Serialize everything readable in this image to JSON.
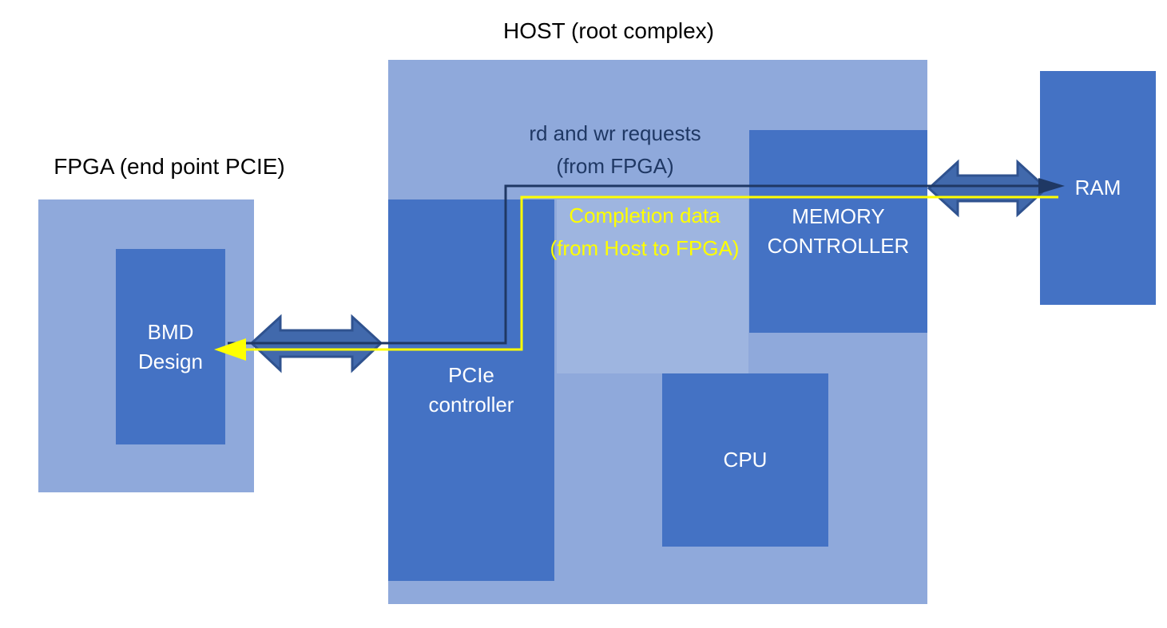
{
  "labels": {
    "host_title": "HOST (root complex)",
    "fpga_title": "FPGA (end point PCIE)",
    "bmd_line1": "BMD",
    "bmd_line2": "Design",
    "pcie_line1": "PCIe",
    "pcie_line2": "controller",
    "memory_line1": "MEMORY",
    "memory_line2": "CONTROLLER",
    "cpu": "CPU",
    "ram": "RAM",
    "request_line1": "rd and wr requests",
    "request_line2": "(from FPGA)",
    "completion_line1": "Completion data",
    "completion_line2": "(from Host to FPGA)"
  },
  "colors": {
    "box_light": "#8FA9DB",
    "box_dark": "#4472C4",
    "arrow_fill": "#4169AC",
    "arrow_stroke": "#2F528F",
    "request_line": "#1F3864",
    "completion_line": "#FFFF00",
    "label_light": "#FFFFFF",
    "title_text": "#000000"
  }
}
